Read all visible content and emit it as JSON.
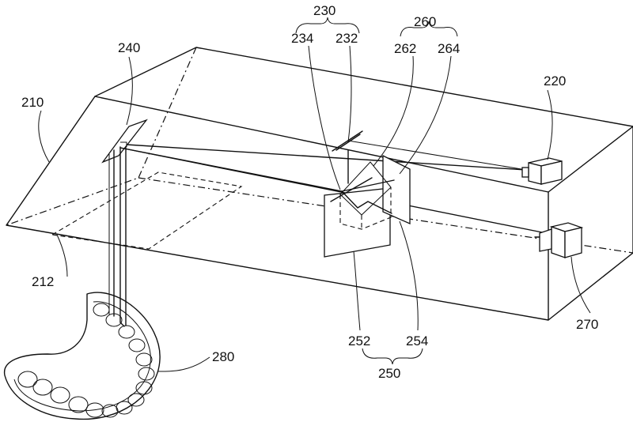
{
  "labels": {
    "housing": "210",
    "base_plate": "212",
    "light_source": "220",
    "beam_splitter_group": "230",
    "beam_splitter_a": "232",
    "beam_splitter_b": "234",
    "mirror": "240",
    "prism_group": "250",
    "prism_a": "252",
    "prism_b": "254",
    "filter_group": "260",
    "filter_a": "262",
    "filter_b": "264",
    "camera": "270",
    "dental_model": "280"
  }
}
